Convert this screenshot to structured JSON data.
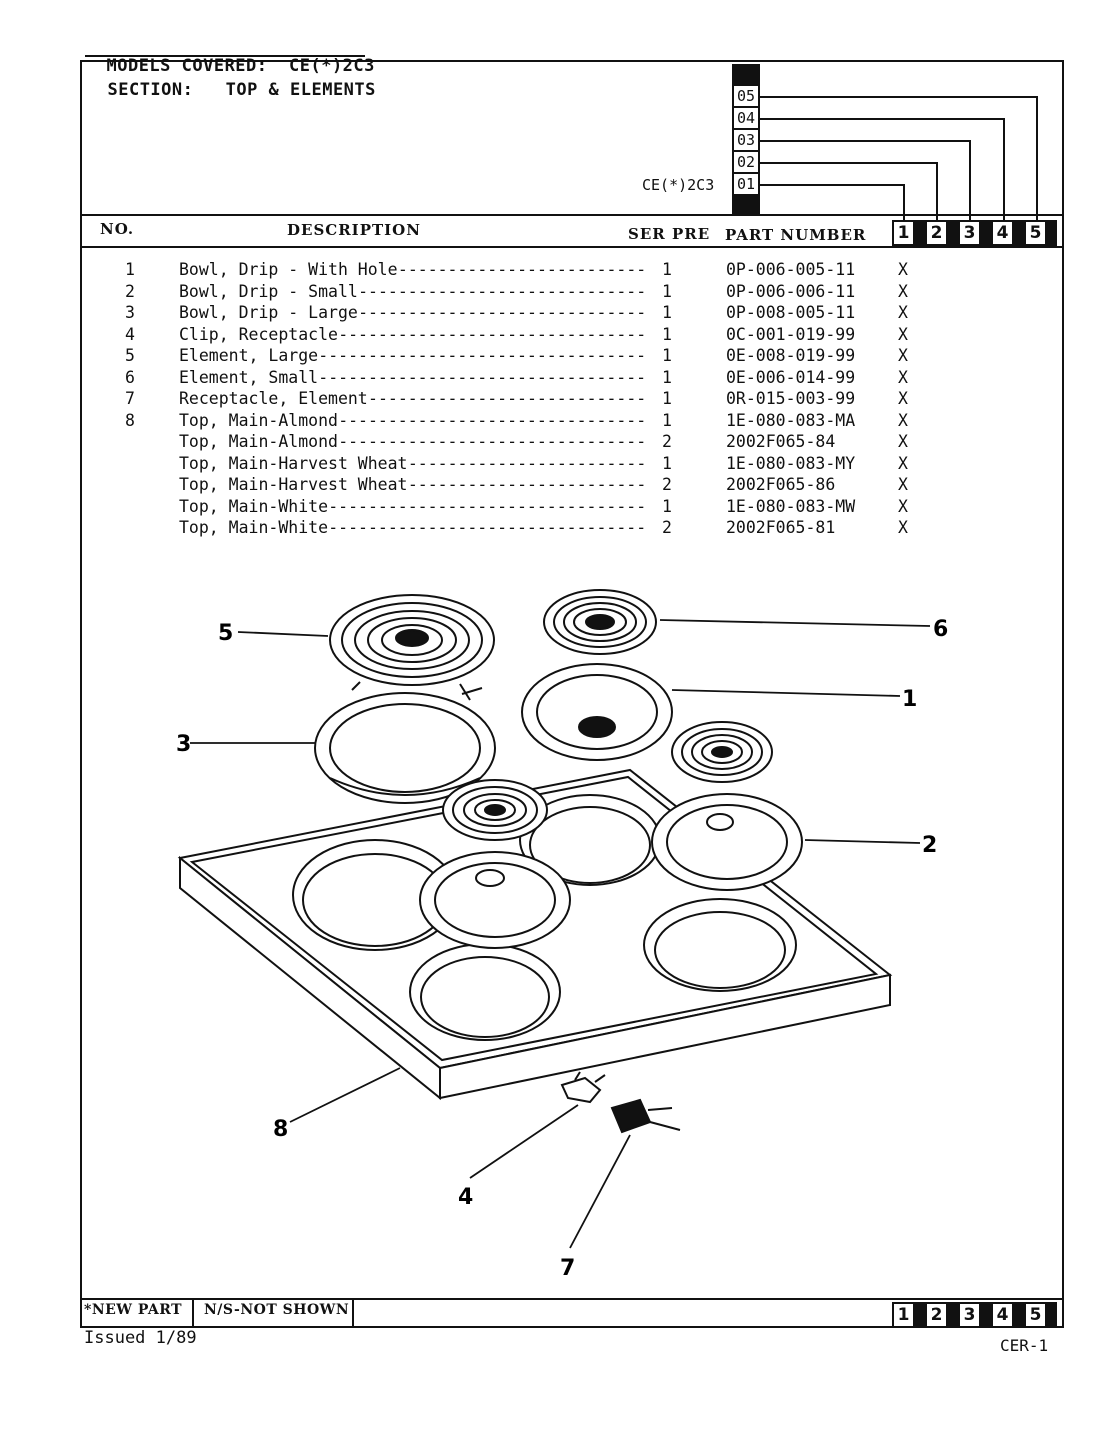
{
  "header": {
    "models_label": "MODELS COVERED:",
    "models_value": "CE(*)2C3",
    "section_label": "SECTION:",
    "section_value": "TOP & ELEMENTS"
  },
  "model_selector": {
    "model_name": "CE(*)2C3",
    "codes": [
      "05",
      "04",
      "03",
      "02",
      "01"
    ]
  },
  "columns": {
    "no": "NO.",
    "description": "DESCRIPTION",
    "ser_pre": "SER PRE",
    "part_number": "PART NUMBER",
    "models": [
      "1",
      "2",
      "3",
      "4",
      "5"
    ]
  },
  "parts": [
    {
      "no": "1",
      "desc": "Bowl, Drip - With Hole",
      "ser": "1",
      "part": "0P-006-005-11",
      "mark": "X"
    },
    {
      "no": "2",
      "desc": "Bowl, Drip - Small",
      "ser": "1",
      "part": "0P-006-006-11",
      "mark": "X"
    },
    {
      "no": "3",
      "desc": "Bowl, Drip - Large",
      "ser": "1",
      "part": "0P-008-005-11",
      "mark": "X"
    },
    {
      "no": "4",
      "desc": "Clip, Receptacle",
      "ser": "1",
      "part": "0C-001-019-99",
      "mark": "X"
    },
    {
      "no": "5",
      "desc": "Element, Large",
      "ser": "1",
      "part": "0E-008-019-99",
      "mark": "X"
    },
    {
      "no": "6",
      "desc": "Element, Small",
      "ser": "1",
      "part": "0E-006-014-99",
      "mark": "X"
    },
    {
      "no": "7",
      "desc": "Receptacle, Element",
      "ser": "1",
      "part": "0R-015-003-99",
      "mark": "X"
    },
    {
      "no": "8",
      "desc": "Top, Main-Almond",
      "ser": "1",
      "part": "1E-080-083-MA",
      "mark": "X"
    },
    {
      "no": "",
      "desc": "Top, Main-Almond",
      "ser": "2",
      "part": "2002F065-84",
      "mark": "X"
    },
    {
      "no": "",
      "desc": "Top, Main-Harvest Wheat",
      "ser": "1",
      "part": "1E-080-083-MY",
      "mark": "X"
    },
    {
      "no": "",
      "desc": "Top, Main-Harvest Wheat",
      "ser": "2",
      "part": "2002F065-86",
      "mark": "X"
    },
    {
      "no": "",
      "desc": "Top, Main-White",
      "ser": "1",
      "part": "1E-080-083-MW",
      "mark": "X"
    },
    {
      "no": "",
      "desc": "Top, Main-White",
      "ser": "2",
      "part": "2002F065-81",
      "mark": "X"
    }
  ],
  "callouts": [
    "5",
    "6",
    "1",
    "3",
    "2",
    "8",
    "4",
    "7"
  ],
  "footer": {
    "new_part": "*NEW PART",
    "not_shown": "N/S-NOT SHOWN",
    "issued": "Issued 1/89",
    "page_code": "CER-1"
  }
}
